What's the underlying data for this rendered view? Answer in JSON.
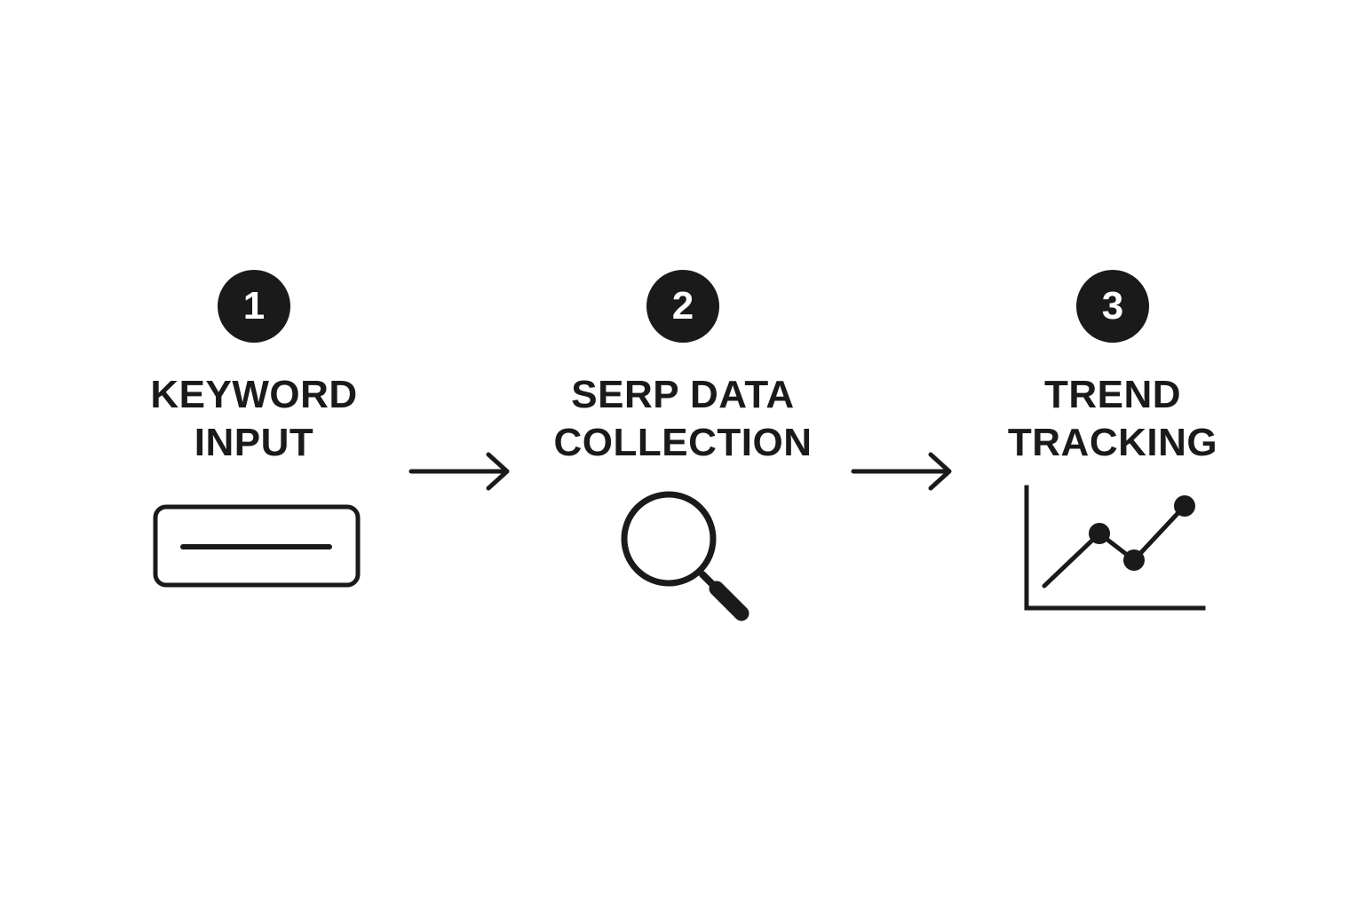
{
  "steps": [
    {
      "number": "1",
      "title_lines": [
        "KEYWORD",
        "INPUT"
      ],
      "icon": "input-field-icon"
    },
    {
      "number": "2",
      "title_lines": [
        "SERP DATA",
        "COLLECTION"
      ],
      "icon": "magnifier-icon"
    },
    {
      "number": "3",
      "title_lines": [
        "TREND",
        "TRACKING"
      ],
      "icon": "line-chart-icon"
    }
  ],
  "connectors": [
    "arrow-right-icon",
    "arrow-right-icon"
  ],
  "colors": {
    "ink": "#1a1a1a",
    "background": "#ffffff"
  }
}
